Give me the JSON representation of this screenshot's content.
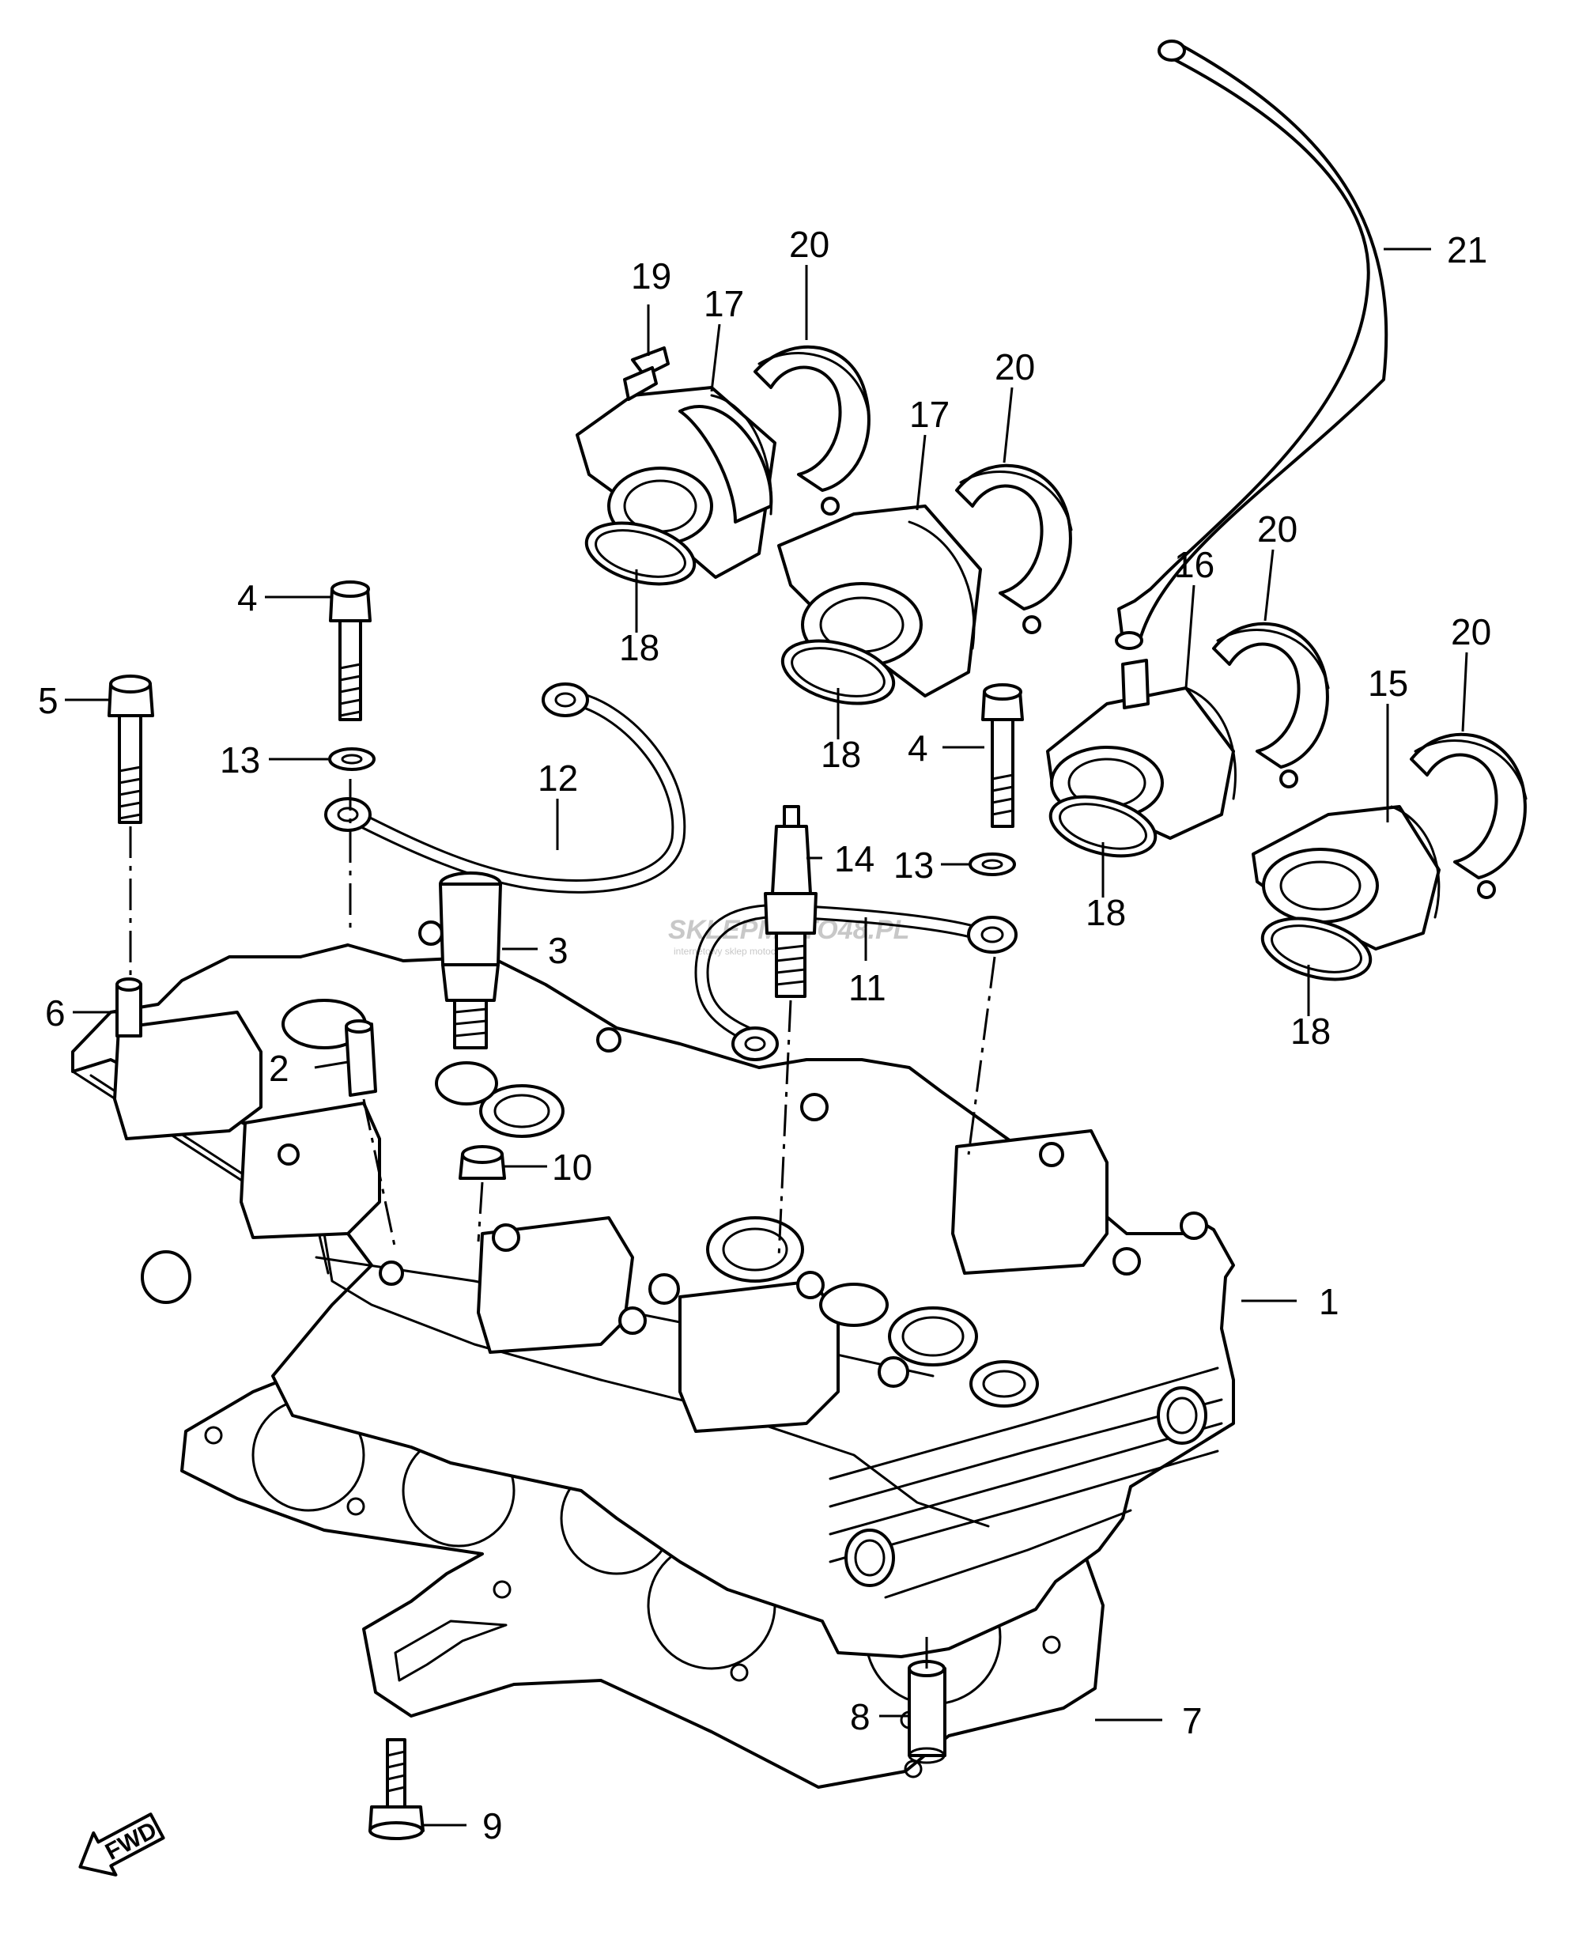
{
  "callouts": [
    {
      "id": "1",
      "text": "1"
    },
    {
      "id": "2",
      "text": "2"
    },
    {
      "id": "3",
      "text": "3"
    },
    {
      "id": "4a",
      "text": "4"
    },
    {
      "id": "4b",
      "text": "4"
    },
    {
      "id": "5",
      "text": "5"
    },
    {
      "id": "6",
      "text": "6"
    },
    {
      "id": "7",
      "text": "7"
    },
    {
      "id": "8",
      "text": "8"
    },
    {
      "id": "9",
      "text": "9"
    },
    {
      "id": "10",
      "text": "10"
    },
    {
      "id": "11",
      "text": "11"
    },
    {
      "id": "12",
      "text": "12"
    },
    {
      "id": "13a",
      "text": "13"
    },
    {
      "id": "13b",
      "text": "13"
    },
    {
      "id": "14",
      "text": "14"
    },
    {
      "id": "15",
      "text": "15"
    },
    {
      "id": "16",
      "text": "16"
    },
    {
      "id": "17a",
      "text": "17"
    },
    {
      "id": "17b",
      "text": "17"
    },
    {
      "id": "18a",
      "text": "18"
    },
    {
      "id": "18b",
      "text": "18"
    },
    {
      "id": "18c",
      "text": "18"
    },
    {
      "id": "18d",
      "text": "18"
    },
    {
      "id": "19",
      "text": "19"
    },
    {
      "id": "20a",
      "text": "20"
    },
    {
      "id": "20b",
      "text": "20"
    },
    {
      "id": "20c",
      "text": "20"
    },
    {
      "id": "20d",
      "text": "20"
    },
    {
      "id": "21",
      "text": "21"
    }
  ],
  "watermark": {
    "main": "SKLEPMOTO48.PL",
    "sub": "internetowy sklep motocyklowy"
  },
  "fwd_label": "FWD"
}
